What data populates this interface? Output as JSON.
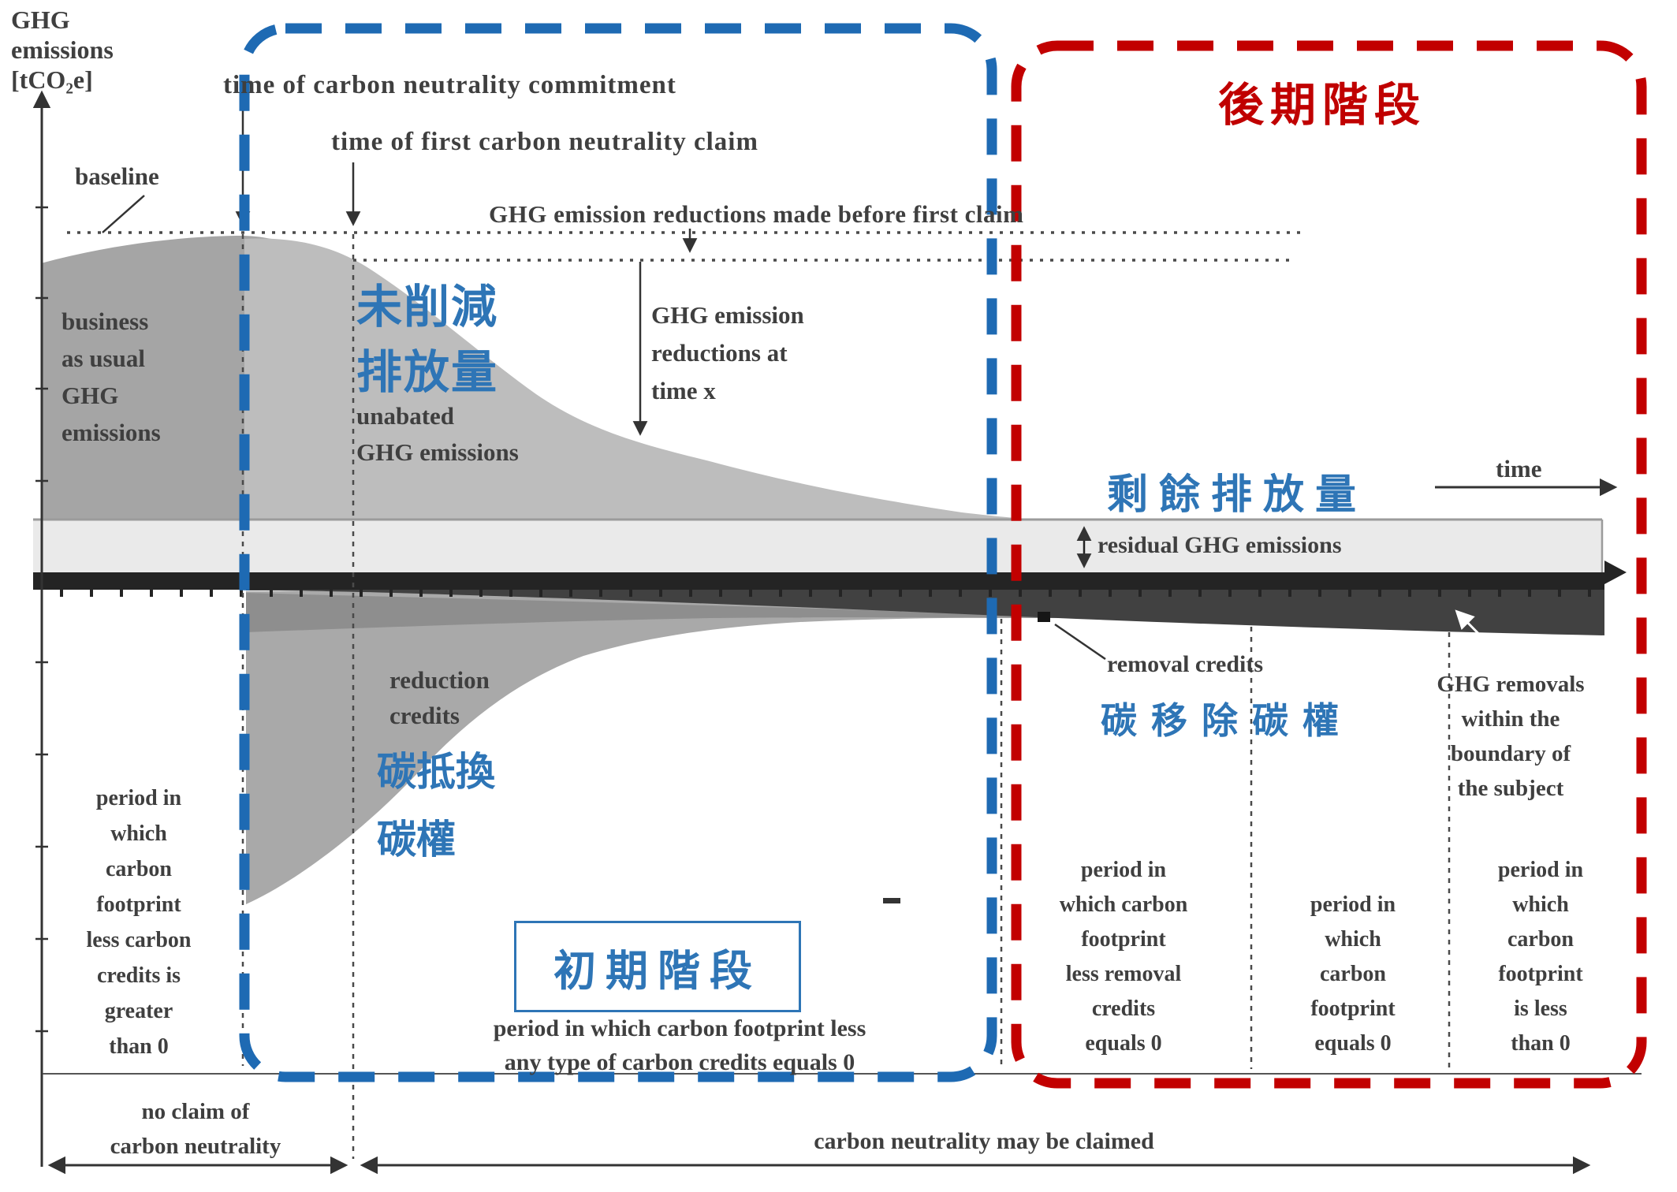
{
  "colors": {
    "blue_box": "#1e6ab3",
    "red_box": "#c20000",
    "cn_blue": "#2e75b6",
    "red_text": "#c00000",
    "en_text": "#3f3f3f",
    "bau_fill": "#a5a5a5",
    "unabated_fill": "#bdbdbd",
    "residual_fill": "#eaeaea",
    "axis_band": "#242424",
    "removals_band": "#414141",
    "removal_wedge": "#8e8e8e",
    "reduction_blob": "#a9a9a9"
  },
  "axis": {
    "y_label": "GHG\nemissions\n[tCO₂e]",
    "time_label": "time"
  },
  "top": {
    "baseline": "baseline",
    "commitment": "time of carbon neutrality commitment",
    "first_claim": "time of first carbon neutrality claim",
    "before_claim": "GHG emission reductions made before first claim",
    "reductions_at_x": "GHG emission\nreductions at\ntime x",
    "late_stage_cn": "後期階段"
  },
  "areas": {
    "bau": "business\nas usual\nGHG\nemissions",
    "unabated_cn": "未削減\n排放量",
    "unabated_en": "unabated\nGHG emissions",
    "residual_cn": "剩餘排放量",
    "residual_en": "residual GHG emissions",
    "reduction_credits_en": "reduction\ncredits",
    "reduction_credits_cn": "碳抵換\n碳權",
    "removal_credits_en": "removal credits",
    "removal_credits_cn": "碳移除碳權",
    "ghg_removals": "GHG removals\nwithin the\nboundary of\nthe subject"
  },
  "stages": {
    "early_cn": "初期階段"
  },
  "periods": {
    "left": "period in\nwhich\ncarbon\nfootprint\nless carbon\ncredits is\ngreater\nthan 0",
    "mid": "period in which carbon footprint less\nany type of carbon credits equals 0",
    "col2": "period in\nwhich carbon\nfootprint\nless removal\ncredits\nequals 0",
    "col3": "period in\nwhich\ncarbon\nfootprint\nequals 0",
    "col4": "period in\nwhich\ncarbon\nfootprint\nis less\nthan 0"
  },
  "bottom": {
    "no_claim": "no claim of\ncarbon neutrality",
    "may_claim": "carbon neutrality may be claimed"
  }
}
